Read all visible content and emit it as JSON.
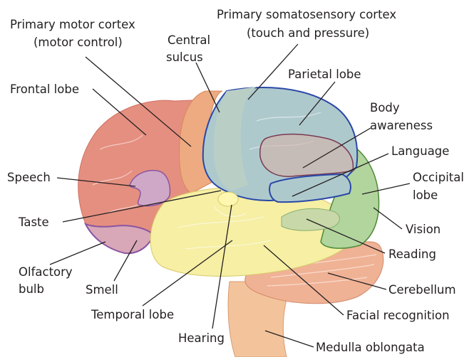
{
  "labels": {
    "primary_motor_cortex": [
      "Primary motor cortex",
      "(motor control)"
    ],
    "primary_somatosensory_cortex": [
      "Primary somatosensory cortex",
      "(touch and pressure)"
    ],
    "central_sulcus": [
      "Central",
      "sulcus"
    ],
    "parietal_lobe": "Parietal lobe",
    "frontal_lobe": "Frontal lobe",
    "body_awareness": [
      "Body",
      "awareness"
    ],
    "language": "Language",
    "speech": "Speech",
    "occipital_lobe": [
      "Occipital",
      "lobe"
    ],
    "taste": "Taste",
    "vision": "Vision",
    "olfactory_bulb": [
      "Olfactory",
      "bulb"
    ],
    "reading": "Reading",
    "smell": "Smell",
    "cerebellum": "Cerebellum",
    "temporal_lobe": "Temporal lobe",
    "facial_recognition": "Facial recognition",
    "hearing": "Hearing",
    "medulla_oblongata": "Medulla oblongata"
  },
  "colors": {
    "frontal": "#e58f80",
    "motor": "#eeaa80",
    "somatosensory": "#b9cfc6",
    "parietal": "#aec9cc",
    "occipital": "#b2d49d",
    "temporal": "#f6efa4",
    "cerebellum": "#f0b295",
    "brainstem": "#f3c49c",
    "outline_blue": "#2a48a8",
    "outline_purple": "#8a55a0",
    "outline_maroon": "#7a3a52",
    "outline_green": "#4e8a3a"
  }
}
